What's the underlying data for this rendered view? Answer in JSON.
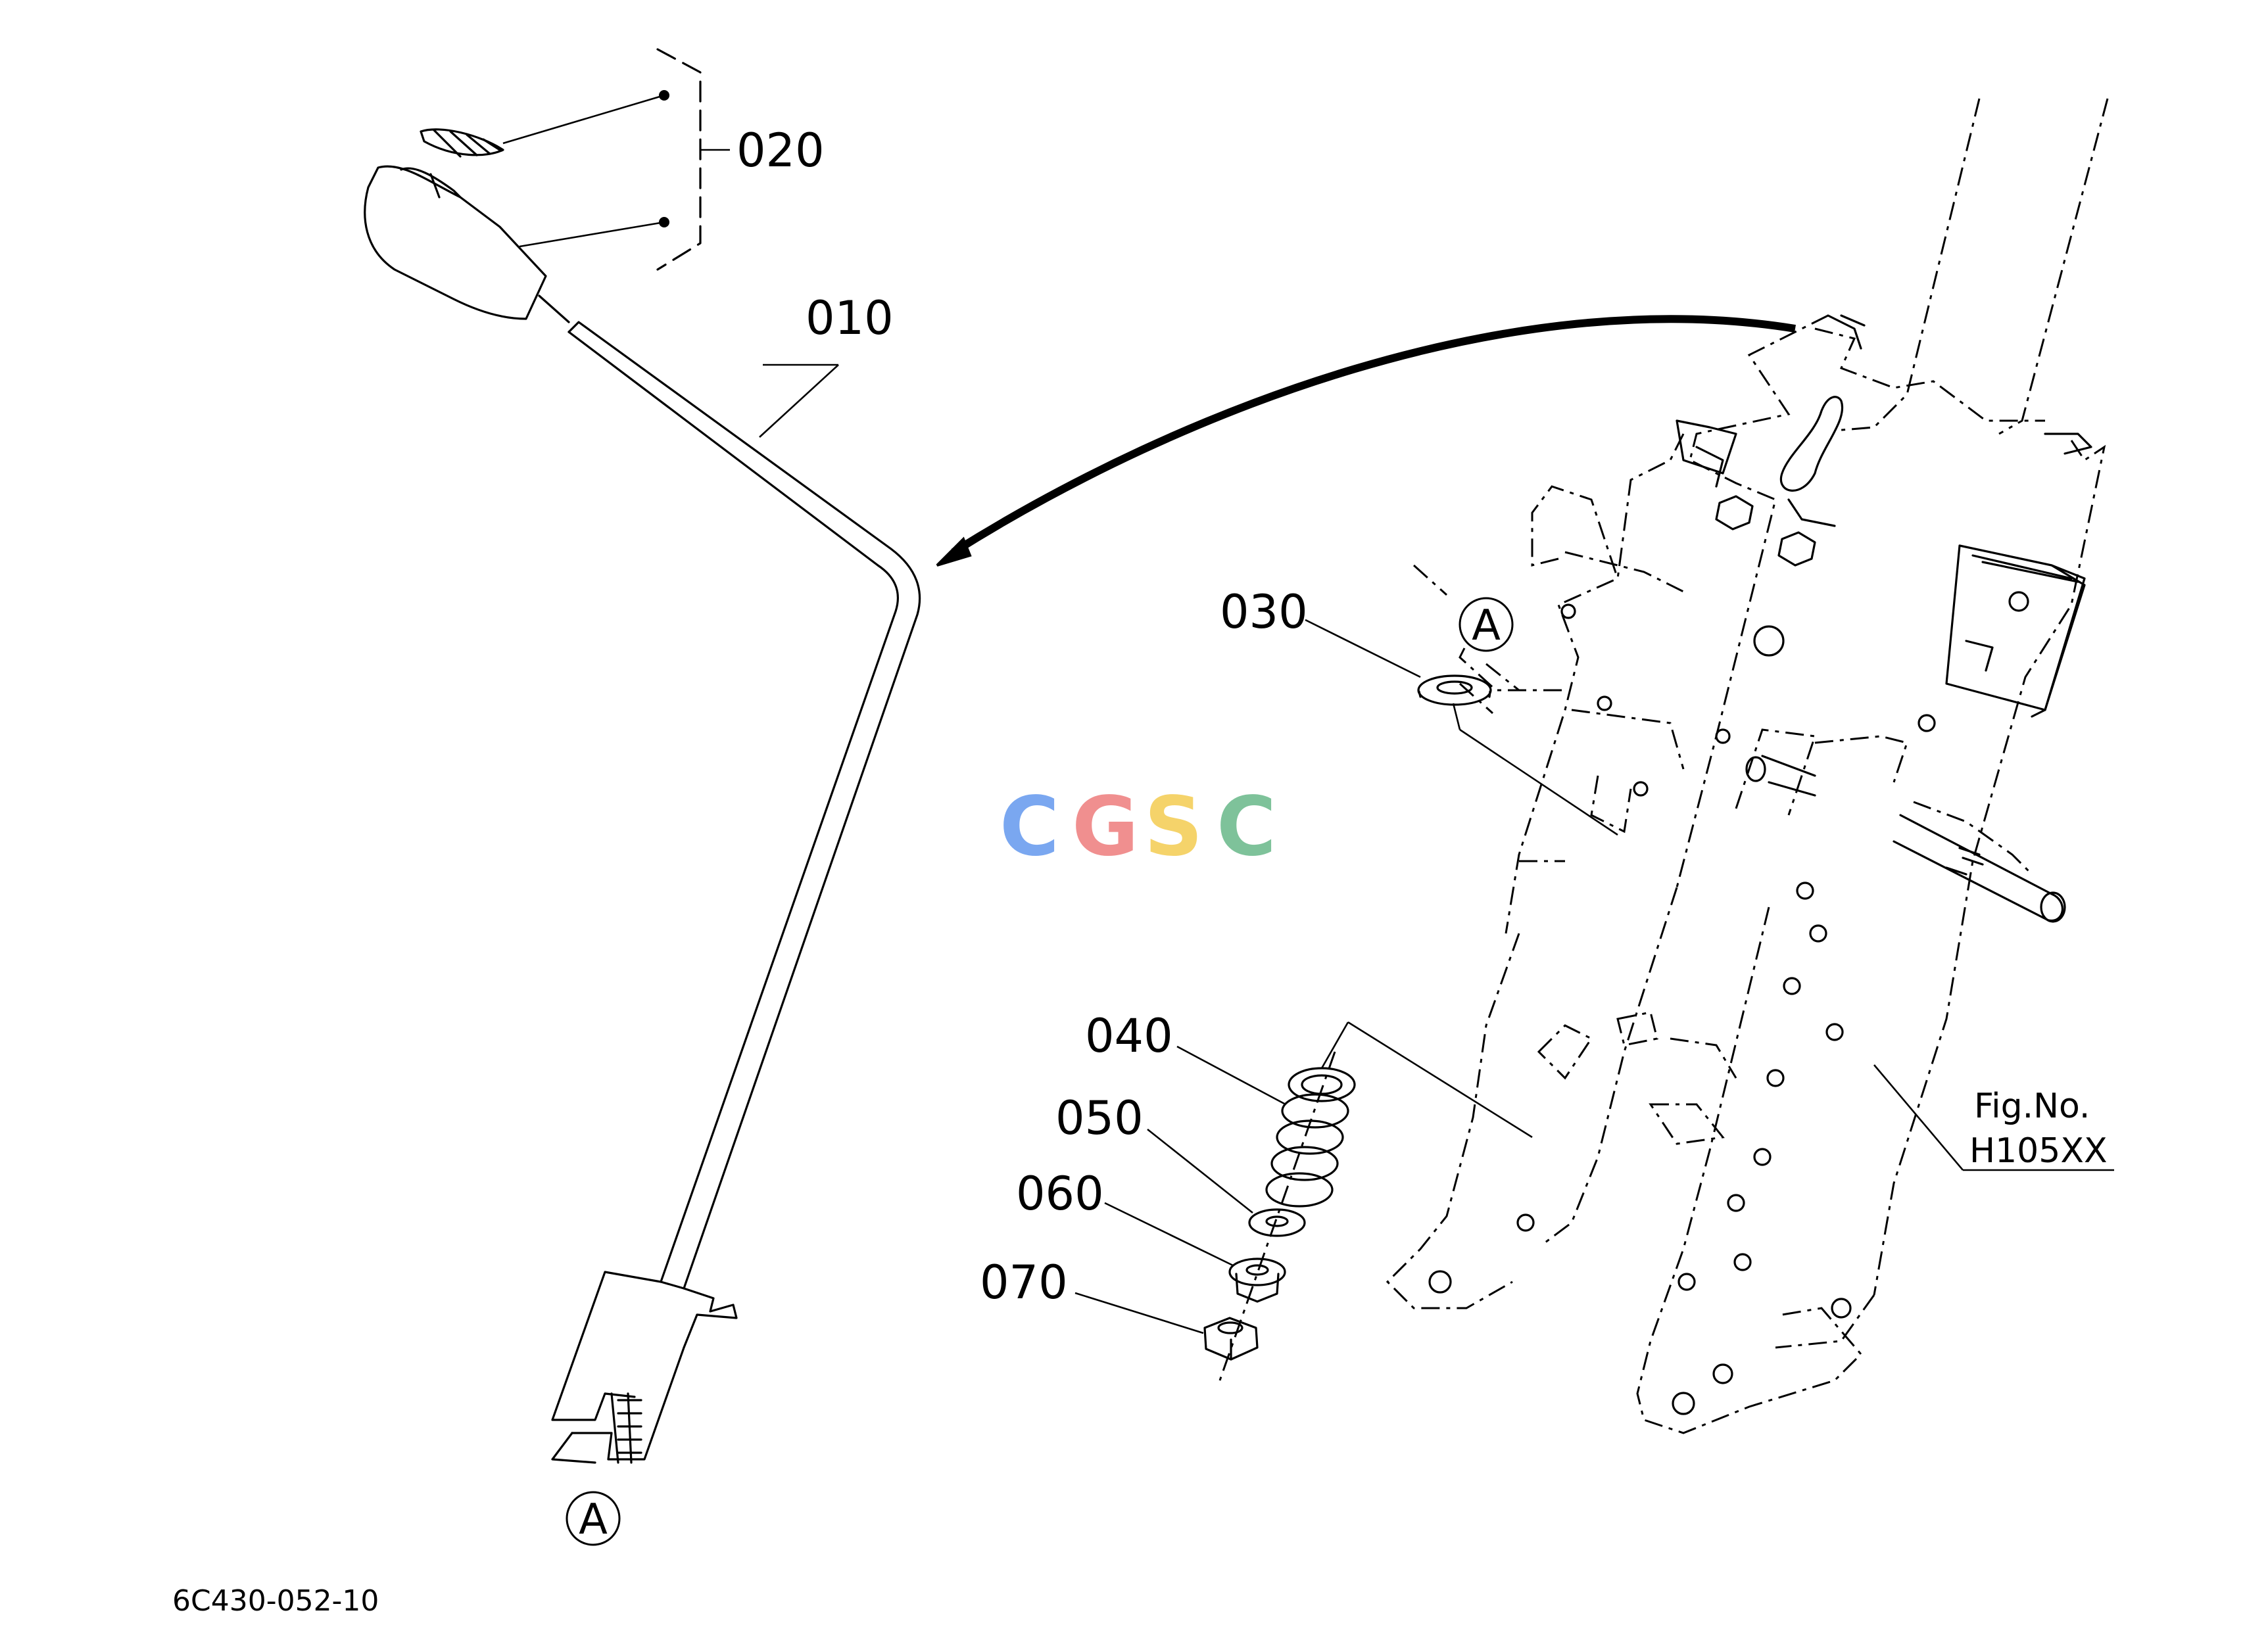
{
  "callouts": {
    "p010": "010",
    "p020": "020",
    "p030": "030",
    "p040": "040",
    "p050": "050",
    "p060": "060",
    "p070": "070"
  },
  "reference_marker": "A",
  "figure_ref": {
    "line1": "Fig.No.",
    "line2": "H105XX"
  },
  "diagram_code": "6C430-052-10",
  "watermark": {
    "letters": [
      "C",
      "G",
      "S",
      "C"
    ],
    "colors": [
      "#7aa7f0",
      "#f08f8f",
      "#f5d36a",
      "#7ec29a"
    ]
  }
}
